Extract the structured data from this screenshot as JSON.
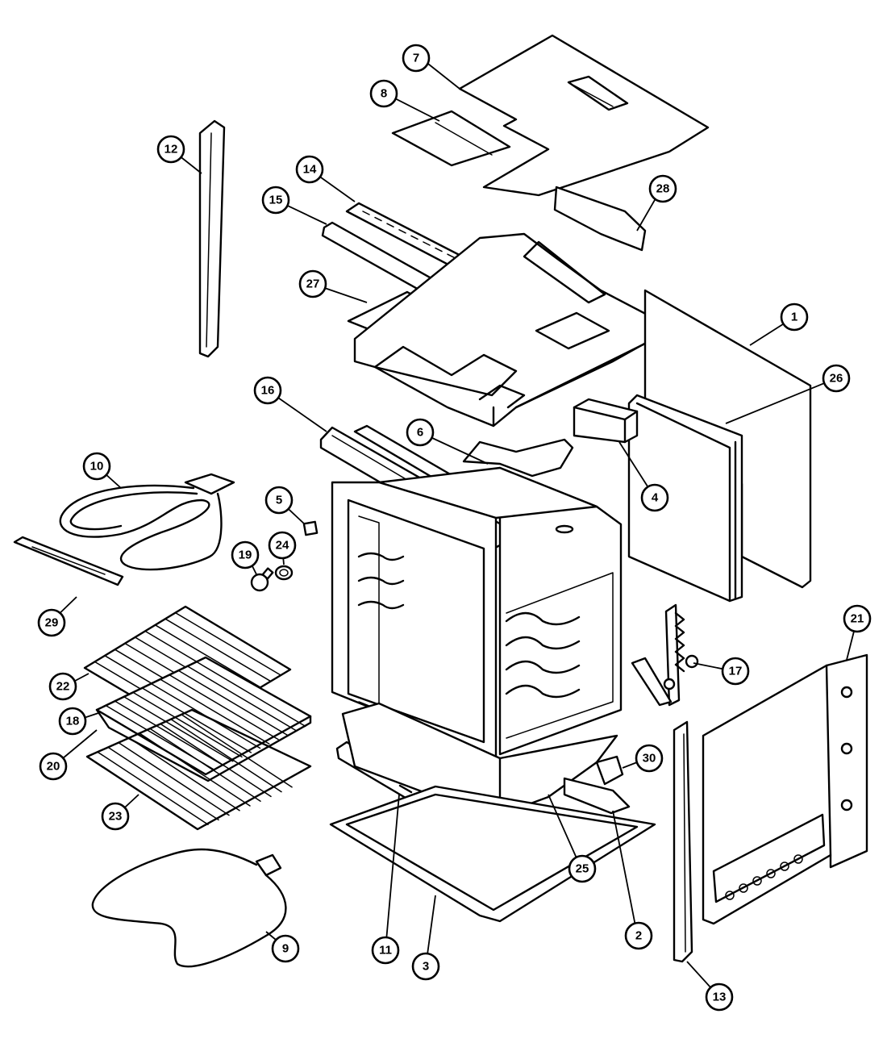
{
  "diagram": {
    "callouts": [
      {
        "label": "1"
      },
      {
        "label": "2"
      },
      {
        "label": "3"
      },
      {
        "label": "4"
      },
      {
        "label": "5"
      },
      {
        "label": "6"
      },
      {
        "label": "7"
      },
      {
        "label": "8"
      },
      {
        "label": "9"
      },
      {
        "label": "10"
      },
      {
        "label": "11"
      },
      {
        "label": "12"
      },
      {
        "label": "13"
      },
      {
        "label": "14"
      },
      {
        "label": "15"
      },
      {
        "label": "16"
      },
      {
        "label": "17"
      },
      {
        "label": "18"
      },
      {
        "label": "19"
      },
      {
        "label": "20"
      },
      {
        "label": "21"
      },
      {
        "label": "22"
      },
      {
        "label": "23"
      },
      {
        "label": "24"
      },
      {
        "label": "25"
      },
      {
        "label": "26"
      },
      {
        "label": "27"
      },
      {
        "label": "28"
      },
      {
        "label": "29"
      },
      {
        "label": "30"
      }
    ]
  }
}
